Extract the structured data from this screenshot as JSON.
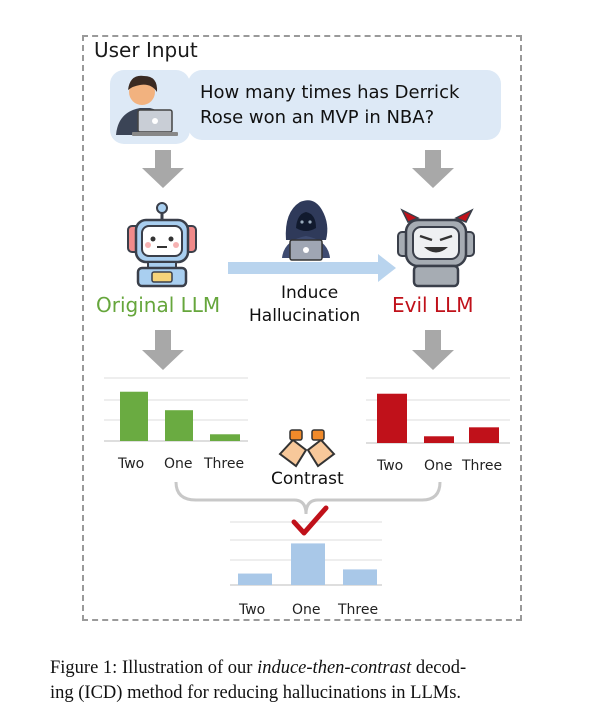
{
  "user_input": {
    "title": "User Input",
    "question_line1": "How many times has Derrick",
    "question_line2": "Rose won an MVP in NBA?"
  },
  "models": {
    "original": "Original LLM",
    "evil": "Evil LLM"
  },
  "induce": {
    "line1": "Induce",
    "line2": "Hallucination"
  },
  "contrast_label": "Contrast",
  "colors": {
    "original": "#6aab41",
    "evil": "#c0111a",
    "contrast": "#a9c8e8",
    "arrow": "#a8a8a8",
    "induce_arrow": "#b9d4ee"
  },
  "chart_data": [
    {
      "type": "bar",
      "name": "original",
      "categories": [
        "Two",
        "One",
        "Three"
      ],
      "values": [
        0.88,
        0.55,
        0.12
      ]
    },
    {
      "type": "bar",
      "name": "evil",
      "categories": [
        "Two",
        "One",
        "Three"
      ],
      "values": [
        0.88,
        0.12,
        0.28
      ]
    },
    {
      "type": "bar",
      "name": "contrast",
      "categories": [
        "Two",
        "One",
        "Three"
      ],
      "values": [
        0.22,
        0.8,
        0.3
      ]
    }
  ],
  "caption": {
    "prefix": "Figure 1: Illustration of our ",
    "emph": "induce-then-contrast",
    "suffix": " decod-",
    "line2": "ing (ICD) method for reducing hallucinations in LLMs."
  }
}
